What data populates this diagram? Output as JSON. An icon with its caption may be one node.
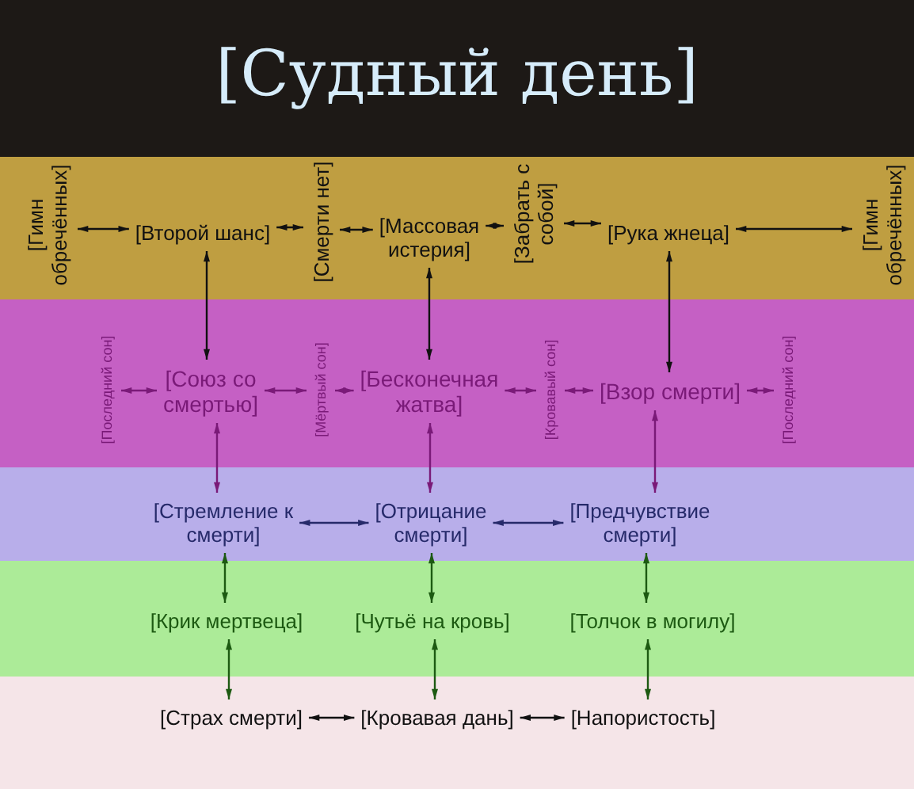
{
  "diagram": {
    "title": "[Судный день]",
    "nodes": [
      {
        "text": [
          "[Гимн обречённых]"
        ]
      },
      {
        "text": [
          "[Второй шанс]"
        ]
      },
      {
        "text": [
          "[Смерти нет]"
        ]
      },
      {
        "text": [
          "[Массовая истерия]"
        ]
      },
      {
        "text": [
          "[Забрать с собой]"
        ]
      },
      {
        "text": [
          "[Рука жнеца]"
        ]
      },
      {
        "text": [
          "[Гимн обречённых]"
        ]
      },
      {
        "text": [
          "[Последний сон]"
        ]
      },
      {
        "text": [
          "[Союз со смертью]"
        ]
      },
      {
        "text": [
          "[Мёртвый сон]"
        ]
      },
      {
        "text": [
          "[Бесконечная жатва]"
        ]
      },
      {
        "text": [
          "[Кровавый сон]"
        ]
      },
      {
        "text": [
          "[Взор смерти]"
        ]
      },
      {
        "text": [
          "[Последний сон]"
        ]
      },
      {
        "text": [
          "[Стремление к смерти]"
        ]
      },
      {
        "text": [
          "[Отрицание смерти]"
        ]
      },
      {
        "text": [
          "[Предчувствие смерти]"
        ]
      },
      {
        "text": [
          "[Крик мертвеца]"
        ]
      },
      {
        "text": [
          "[Чутьё на кровь]"
        ]
      },
      {
        "text": [
          "[Толчок в могилу]"
        ]
      },
      {
        "text": [
          "[Страх смерти]"
        ]
      },
      {
        "text": [
          "[Кровавая дань]"
        ]
      },
      {
        "text": [
          "[Напористость]"
        ]
      }
    ],
    "edges": [
      {
        "from": 0,
        "to": 1,
        "arrow": "both"
      },
      {
        "from": 1,
        "to": 2,
        "arrow": "both"
      },
      {
        "from": 2,
        "to": 3,
        "arrow": "both"
      },
      {
        "from": 3,
        "to": 4,
        "arrow": "both"
      },
      {
        "from": 4,
        "to": 5,
        "arrow": "both"
      },
      {
        "from": 5,
        "to": 6,
        "arrow": "both"
      },
      {
        "from": 7,
        "to": 8,
        "arrow": "both",
        "color": "#7a1a78"
      },
      {
        "from": 8,
        "to": 9,
        "arrow": "both",
        "color": "#7a1a78"
      },
      {
        "from": 9,
        "to": 10,
        "arrow": "both",
        "color": "#7a1a78"
      },
      {
        "from": 10,
        "to": 11,
        "arrow": "both",
        "color": "#7a1a78"
      },
      {
        "from": 11,
        "to": 12,
        "arrow": "both",
        "color": "#7a1a78"
      },
      {
        "from": 12,
        "to": 13,
        "arrow": "both",
        "color": "#7a1a78"
      },
      {
        "from": 14,
        "to": 15,
        "arrow": "both",
        "color": "#262a6a"
      },
      {
        "from": 15,
        "to": 16,
        "arrow": "both",
        "color": "#262a6a"
      },
      {
        "from": 20,
        "to": 21,
        "arrow": "both"
      },
      {
        "from": 21,
        "to": 22,
        "arrow": "both"
      },
      {
        "from": 1,
        "to": 8,
        "arrow": "both"
      },
      {
        "from": 3,
        "to": 10,
        "arrow": "both"
      },
      {
        "from": 5,
        "to": 12,
        "arrow": "both"
      },
      {
        "from": 8,
        "to": 14,
        "arrow": "both",
        "color": "#7a1a78"
      },
      {
        "from": 10,
        "to": 15,
        "arrow": "both",
        "color": "#7a1a78"
      },
      {
        "from": 12,
        "to": 16,
        "arrow": "both",
        "color": "#7a1a78"
      },
      {
        "from": 14,
        "to": 17,
        "arrow": "both",
        "color": "#1d5a12"
      },
      {
        "from": 15,
        "to": 18,
        "arrow": "both",
        "color": "#1d5a12"
      },
      {
        "from": 16,
        "to": 19,
        "arrow": "both",
        "color": "#1d5a12"
      },
      {
        "from": 17,
        "to": 20,
        "arrow": "both",
        "color": "#1d5a12"
      },
      {
        "from": 18,
        "to": 21,
        "arrow": "both",
        "color": "#1d5a12"
      },
      {
        "from": 19,
        "to": 22,
        "arrow": "both",
        "color": "#1d5a12"
      }
    ]
  }
}
